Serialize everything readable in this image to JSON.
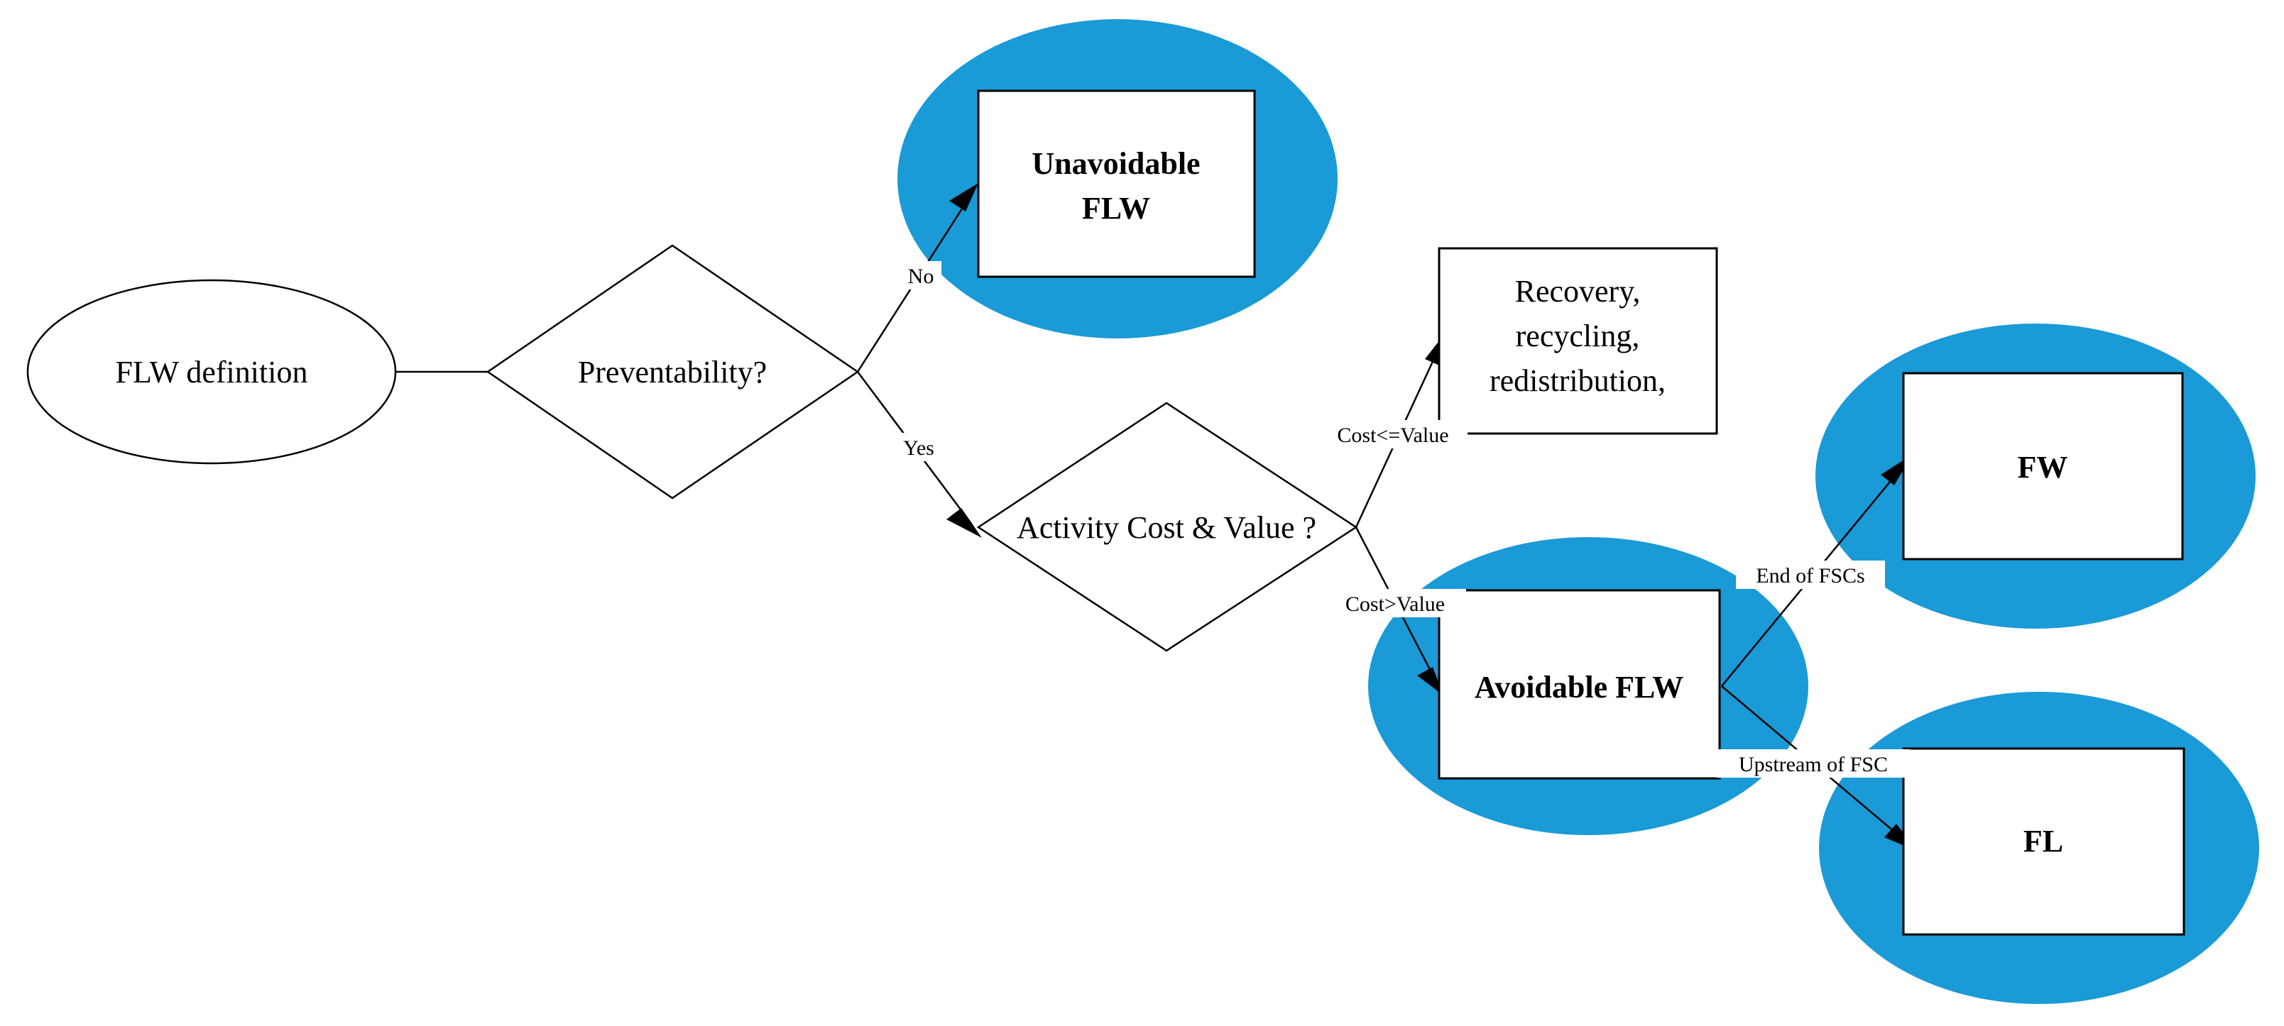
{
  "nodes": {
    "start": {
      "label": "FLW definition"
    },
    "preventability": {
      "label": "Preventability?"
    },
    "activity": {
      "label": "Activity Cost & Value ?"
    },
    "unavoidable": {
      "line1": "Unavoidable",
      "line2": "FLW"
    },
    "recovery": {
      "line1": "Recovery,",
      "line2": "recycling,",
      "line3": "redistribution,"
    },
    "avoidable": {
      "label": "Avoidable FLW"
    },
    "fw": {
      "label": "FW"
    },
    "fl": {
      "label": "FL"
    }
  },
  "edges": {
    "no": "No",
    "yes": "Yes",
    "cost_le_value": "Cost<=Value",
    "cost_gt_value": "Cost>Value",
    "end_of_fscs": "End of FSCs",
    "upstream_of_fsc": "Upstream of FSC"
  },
  "colors": {
    "highlight_ellipse": "#1a9ad6",
    "line": "#000000",
    "background": "#ffffff"
  }
}
